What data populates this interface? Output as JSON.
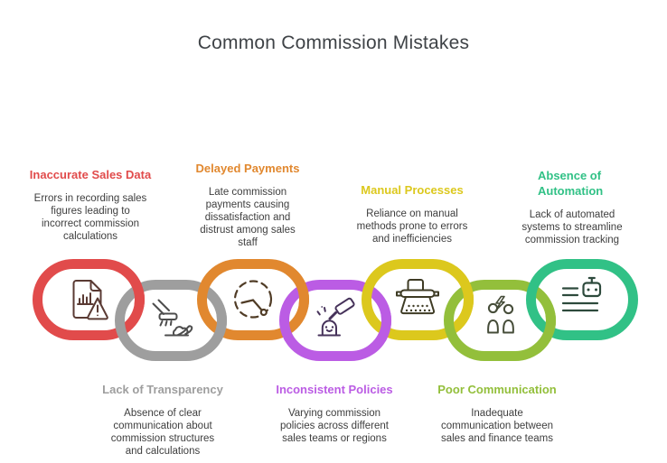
{
  "title": "Common Commission Mistakes",
  "items": [
    {
      "id": "inaccurate-sales-data",
      "heading": "Inaccurate Sales Data",
      "body": "Errors in recording sales\nfigures leading to\nincorrect commission\ncalculations",
      "color": "#e14b4b",
      "icon": "sales-report-warning-icon",
      "icon_color": "#5a3a33",
      "position": "top"
    },
    {
      "id": "lack-of-transparency",
      "heading": "Lack of Transparency",
      "body": "Absence of clear\ncommunication about\ncommission structures\nand calculations",
      "color": "#9e9e9e",
      "icon": "sweep-under-rug-icon",
      "icon_color": "#4d4d4d",
      "position": "bottom"
    },
    {
      "id": "delayed-payments",
      "heading": "Delayed Payments",
      "body": "Late commission\npayments causing\ndissatisfaction and\ndistrust among sales\nstaff",
      "color": "#e1882f",
      "icon": "delayed-clock-icon",
      "icon_color": "#503c26",
      "position": "top"
    },
    {
      "id": "inconsistent-policies",
      "heading": "Inconsistent Policies",
      "body": "Varying commission\npolicies across different\nsales teams or regions",
      "color": "#bb5ce4",
      "icon": "gavel-mole-icon",
      "icon_color": "#46325a",
      "position": "bottom"
    },
    {
      "id": "manual-processes",
      "heading": "Manual Processes",
      "body": "Reliance on manual\nmethods prone to errors\nand inefficiencies",
      "color": "#dcc81d",
      "icon": "typewriter-icon",
      "icon_color": "#3e3b24",
      "position": "top"
    },
    {
      "id": "poor-communication",
      "heading": "Poor Communication",
      "body": "Inadequate\ncommunication between\nsales and finance teams",
      "color": "#93bf3b",
      "icon": "people-conflict-icon",
      "icon_color": "#464d39",
      "position": "bottom"
    },
    {
      "id": "absence-of-automation",
      "heading": "Absence of\nAutomation",
      "body": "Lack of automated\nsystems to streamline\ncommission tracking",
      "color": "#31c186",
      "icon": "automation-robot-list-icon",
      "icon_color": "#2d4a3c",
      "position": "top"
    }
  ]
}
